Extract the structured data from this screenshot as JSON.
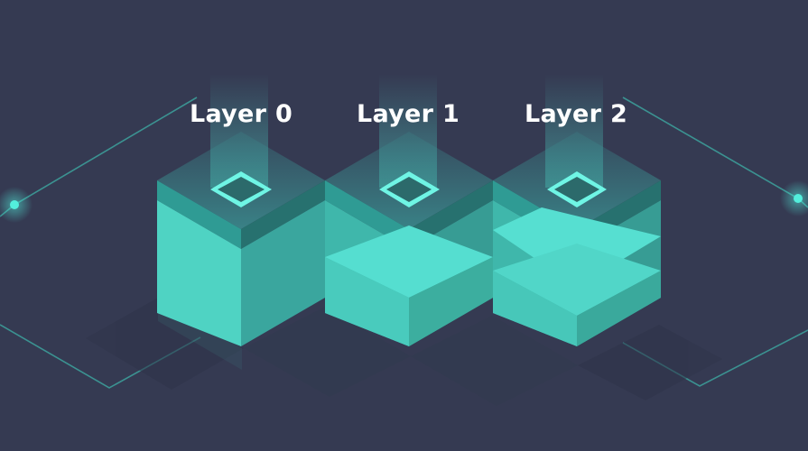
{
  "labels": [
    "Layer 0",
    "Layer 1",
    "Layer 2"
  ],
  "colors": {
    "background": "#353a52",
    "accent": "#45d8c8",
    "label": "#ffffff"
  }
}
